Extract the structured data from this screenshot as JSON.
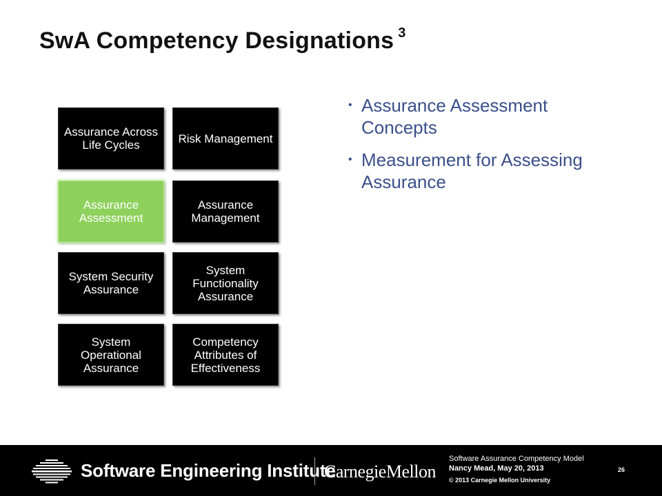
{
  "slide": {
    "title": "SwA Competency Designations",
    "title_superscript": "3"
  },
  "tiles": [
    {
      "label": "Assurance Across Life Cycles",
      "active": false
    },
    {
      "label": "Risk Management",
      "active": false
    },
    {
      "label": "Assurance Assessment",
      "active": true
    },
    {
      "label": "Assurance Management",
      "active": false
    },
    {
      "label": "System Security Assurance",
      "active": false
    },
    {
      "label": "System Functionality Assurance",
      "active": false
    },
    {
      "label": "System Operational Assurance",
      "active": false
    },
    {
      "label": "Competency Attributes of Effectiveness",
      "active": false
    }
  ],
  "bullets": [
    "Assurance Assessment Concepts",
    "Measurement for Assessing Assurance"
  ],
  "footer": {
    "sei_name": "Software Engineering Institute",
    "cmu_name": "CarnegieMellon",
    "presentation_title": "Software Assurance Competency Model",
    "author_date": "Nancy Mead, May 20, 2013",
    "copyright": "© 2013 Carnegie Mellon University",
    "page_number": "26"
  },
  "colors": {
    "active_tile": "#8ed15c",
    "tile": "#000000",
    "bullet_text": "#3a4f8a"
  }
}
